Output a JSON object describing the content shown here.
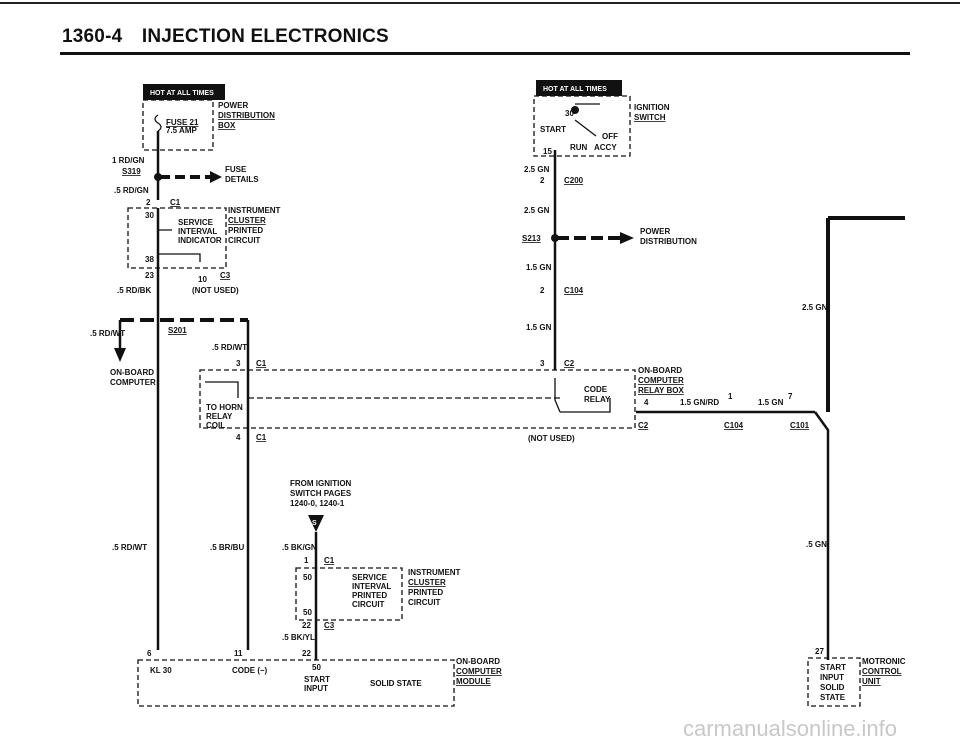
{
  "header": {
    "page_number": "1360-4",
    "title": "INJECTION ELECTRONICS"
  },
  "labels": {
    "hot_left": "HOT AT ALL TIMES",
    "hot_right": "HOT AT ALL TIMES",
    "power_dist_1": "POWER",
    "power_dist_2": "DISTRIBUTION",
    "power_dist_3": "BOX",
    "fuse": "FUSE 21",
    "fuse_amp": "7.5 AMP",
    "wire_1rdgn": "1 RD/GN",
    "s319": "S319",
    "fuse_details_1": "FUSE",
    "fuse_details_2": "DETAILS",
    "wire_5rdgn": ".5 RD/GN",
    "c1_a_num": "2",
    "c1_a": "C1",
    "ic_pin30": "30",
    "ic_service": "SERVICE",
    "ic_interval": "INTERVAL",
    "ic_indicator": "INDICATOR",
    "ic_pin38": "38",
    "ic_title1": "INSTRUMENT",
    "ic_title2": "CLUSTER",
    "ic_title3": "PRINTED",
    "ic_title4": "CIRCUIT",
    "pin23": "23",
    "pin10": "10",
    "c3_a": "C3",
    "not_used_a": "(NOT USED)",
    "wire_5rdbk": ".5 RD/BK",
    "wire_5rdwt_a": ".5 RD/WT",
    "s201": "S201",
    "wire_5rdwt_b": ".5 RD/WT",
    "onboard_comp_1": "ON-BOARD",
    "onboard_comp_2": "COMPUTER",
    "pin3_left": "3",
    "c1_b": "C1",
    "to_horn": "TO HORN",
    "relay": "RELAY",
    "coil": "COIL",
    "pin4_left": "4",
    "c1_c": "C1",
    "ign_30": "30",
    "ign_start": "START",
    "ign_off": "OFF",
    "ign_run": "RUN",
    "ign_acc": "ACCY",
    "ign_15": "15",
    "ign_switch_1": "IGNITION",
    "ign_switch_2": "SWITCH",
    "wire_25gn_a": "2.5 GN",
    "pin2_c200": "2",
    "c200": "C200",
    "wire_25gn_b": "2.5 GN",
    "s213": "S213",
    "power_dist_r1": "POWER",
    "power_dist_r2": "DISTRIBUTION",
    "wire_15gn_a": "1.5 GN",
    "pin2_c104": "2",
    "c104_a": "C104",
    "wire_15gn_b": "1.5 GN",
    "pin3_c2": "3",
    "c2_a": "C2",
    "code_relay_1": "CODE",
    "code_relay_2": "RELAY",
    "onboard_relay_1": "ON-BOARD",
    "onboard_relay_2": "COMPUTER",
    "onboard_relay_3": "RELAY BOX",
    "pin4_right": "4",
    "wire_15gnrd": "1.5 GN/RD",
    "pin1_c104": "1",
    "wire_15gn_c": "1.5 GN",
    "pin7": "7",
    "c2_b": "C2",
    "c104_b": "C104",
    "c101": "C101",
    "not_used_b": "(NOT USED)",
    "wire_25gn_c": "2.5 GN",
    "from_ign_1": "FROM IGNITION",
    "from_ign_2": "SWITCH PAGES",
    "from_ign_3": "1240-0, 1240-1",
    "s_marker": "S",
    "wire_5rdwt_c": ".5 RD/WT",
    "wire_5brbu": ".5 BR/BU",
    "wire_5bkgn": ".5 BK/GN",
    "pin1_c1": "1",
    "c1_d": "C1",
    "ic2_pin50": "50",
    "ic2_service": "SERVICE",
    "ic2_interval": "INTERVAL",
    "ic2_printed": "PRINTED",
    "ic2_circuit": "CIRCUIT",
    "ic2_pin50b": "50",
    "ic2_title1": "INSTRUMENT",
    "ic2_title2": "CLUSTER",
    "ic2_title3": "PRINTED",
    "ic2_title4": "CIRCUIT",
    "pin22_c3": "22",
    "c3_b": "C3",
    "wire_5bkyl": ".5 BK/YL",
    "pin22": "22",
    "wire_5gn": ".5 GN",
    "pin6": "6",
    "pin11": "11",
    "obc_kl30": "KL 30",
    "obc_code": "CODE (–)",
    "obc_50": "50",
    "obc_start": "START",
    "obc_input": "INPUT",
    "obc_solid": "SOLID STATE",
    "obc_title1": "ON-BOARD",
    "obc_title2": "COMPUTER",
    "obc_title3": "MODULE",
    "pin27": "27",
    "mot_start": "START",
    "mot_input": "INPUT",
    "mot_solid": "SOLID",
    "mot_state": "STATE",
    "mot_title1": "MOTRONIC",
    "mot_title2": "CONTROL",
    "mot_title3": "UNIT"
  },
  "watermark": "carmanualsonline.info"
}
